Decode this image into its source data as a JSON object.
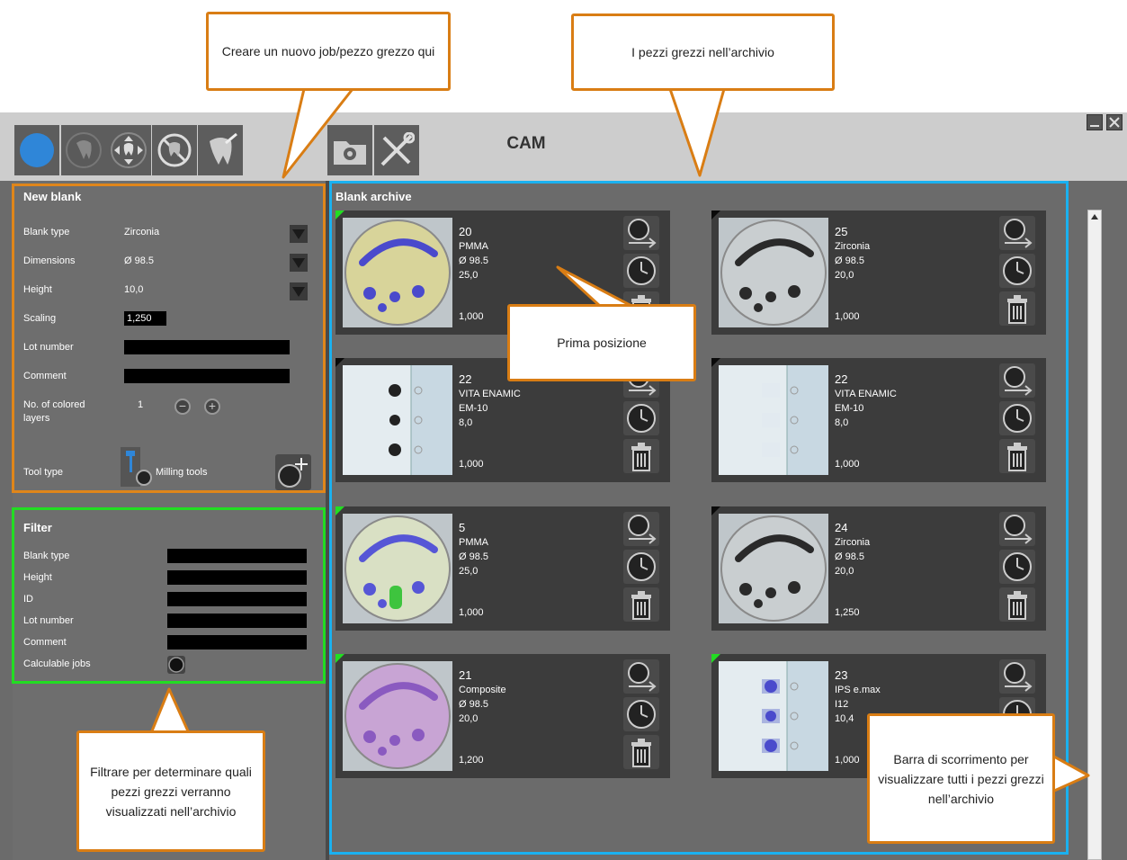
{
  "app": {
    "title": "CAM",
    "tabs": [
      "circle-icon",
      "tooth-icon",
      "move-icon",
      "no-tooth-icon",
      "tooth-tool-icon"
    ],
    "tabs2": [
      "settings-folder-icon",
      "tools-icon"
    ]
  },
  "new_blank": {
    "title": "New blank",
    "blank_type_label": "Blank type",
    "blank_type_value": "Zirconia",
    "dimensions_label": "Dimensions",
    "dimensions_value": "Ø 98.5",
    "height_label": "Height",
    "height_value": "10,0",
    "scaling_label": "Scaling",
    "scaling_value": "1,250",
    "lot_label": "Lot number",
    "lot_value": "",
    "comment_label": "Comment",
    "comment_value": "",
    "layers_label_1": "No. of colored",
    "layers_label_2": "layers",
    "layers_value": "1",
    "tool_label": "Tool type",
    "tool_value": "Milling tools"
  },
  "filter": {
    "title": "Filter",
    "blank_type_label": "Blank type",
    "height_label": "Height",
    "id_label": "ID",
    "lot_label": "Lot number",
    "comment_label": "Comment",
    "calc_label": "Calculable jobs"
  },
  "archive": {
    "title": "Blank archive",
    "cards": [
      {
        "id": "20",
        "material": "PMMA",
        "dim": "Ø 98.5",
        "height": "25,0",
        "scale": "1,000",
        "green": true,
        "thumb": "disc-yellow"
      },
      {
        "id": "25",
        "material": "Zirconia",
        "dim": "Ø 98.5",
        "height": "20,0",
        "scale": "1,000",
        "green": false,
        "thumb": "disc-grey"
      },
      {
        "id": "22",
        "material": "VITA ENAMIC",
        "dim": "EM-10",
        "height": "8,0",
        "scale": "1,000",
        "green": false,
        "thumb": "block"
      },
      {
        "id": "22",
        "material": "VITA ENAMIC",
        "dim": "EM-10",
        "height": "8,0",
        "scale": "1,000",
        "green": false,
        "thumb": "block-empty"
      },
      {
        "id": "5",
        "material": "PMMA",
        "dim": "Ø 98.5",
        "height": "25,0",
        "scale": "1,000",
        "green": true,
        "thumb": "disc-green"
      },
      {
        "id": "24",
        "material": "Zirconia",
        "dim": "Ø 98.5",
        "height": "20,0",
        "scale": "1,250",
        "green": false,
        "thumb": "disc-grey2"
      },
      {
        "id": "21",
        "material": "Composite",
        "dim": "Ø 98.5",
        "height": "20,0",
        "scale": "1,200",
        "green": true,
        "thumb": "disc-pink"
      },
      {
        "id": "23",
        "material": "IPS e.max",
        "dim": "I12",
        "height": "10,4",
        "scale": "1,000",
        "green": true,
        "thumb": "block-blue"
      }
    ]
  },
  "callouts": {
    "new_job": "Creare un nuovo job/pezzo grezzo qui",
    "archive": "I pezzi grezzi nell’archivio",
    "first": "Prima posizione",
    "filter": "Filtrare per determinare quali pezzi grezzi verranno visualizzati nell’archivio",
    "scroll": "Barra di scorrimento per visualizzare tutti i pezzi grezzi nell’archivio"
  },
  "colors": {
    "orange": "#e0861a",
    "green": "#22dd22",
    "blue": "#1ab1f0",
    "accent": "#2f86d8"
  }
}
